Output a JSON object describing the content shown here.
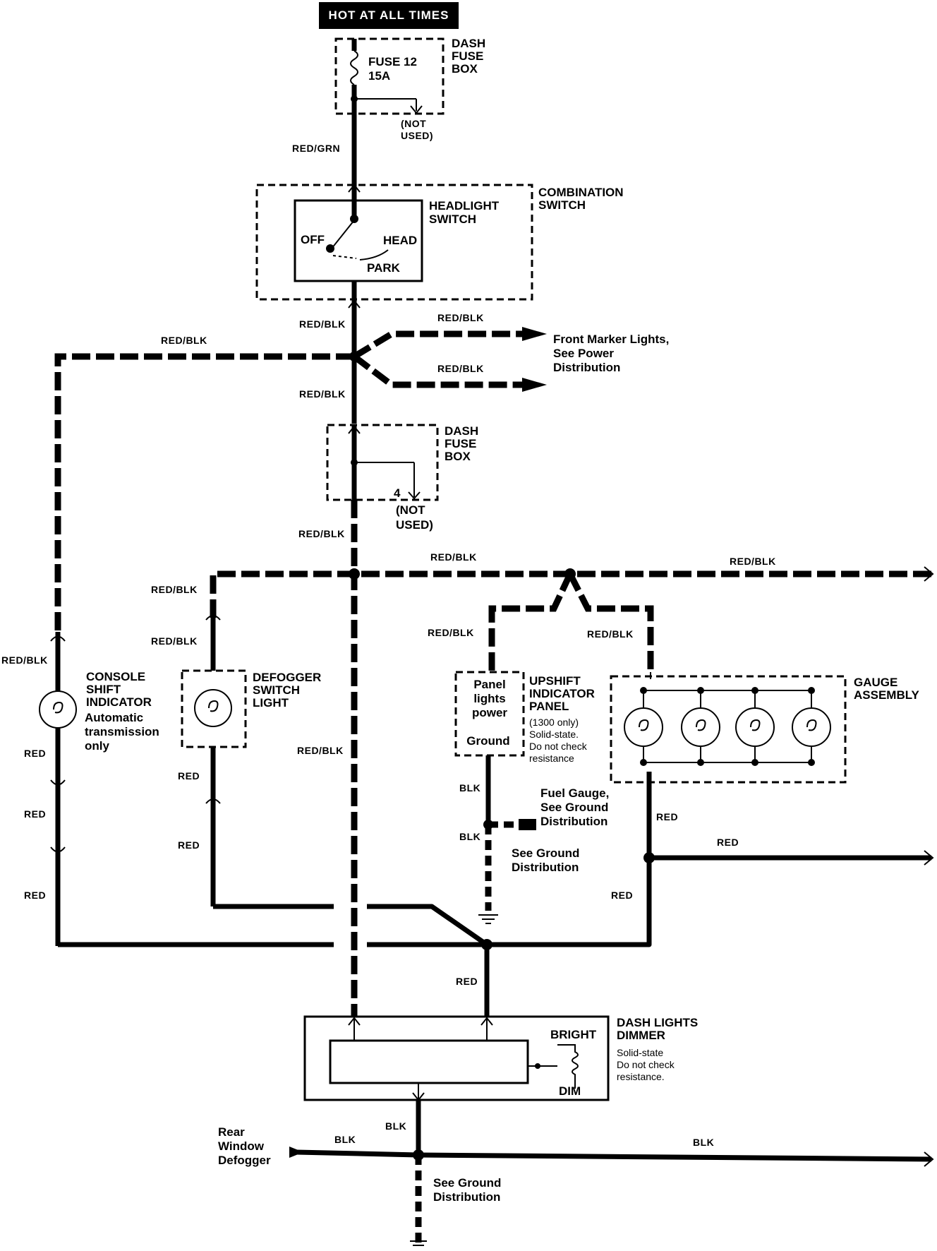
{
  "header": {
    "hot_label": "HOT AT ALL TIMES"
  },
  "components": {
    "dash_fuse_box_top": {
      "name_l1": "DASH",
      "name_l2": "FUSE",
      "name_l3": "BOX",
      "fuse_l1": "FUSE 12",
      "fuse_l2": "15A",
      "not_used_l1": "(NOT",
      "not_used_l2": "USED)"
    },
    "combination_switch": {
      "name_l1": "COMBINATION",
      "name_l2": "SWITCH"
    },
    "headlight_switch": {
      "name_l1": "HEADLIGHT",
      "name_l2": "SWITCH",
      "off": "OFF",
      "head": "HEAD",
      "park": "PARK"
    },
    "front_marker": {
      "l1": "Front Marker Lights,",
      "l2": "See Power",
      "l3": "Distribution"
    },
    "dash_fuse_box_mid": {
      "name_l1": "DASH",
      "name_l2": "FUSE",
      "name_l3": "BOX",
      "fuse_no": "4",
      "not_used_l1": "(NOT",
      "not_used_l2": "USED)"
    },
    "console_shift": {
      "l1": "CONSOLE",
      "l2": "SHIFT",
      "l3": "INDICATOR",
      "n1": "Automatic",
      "n2": "transmission",
      "n3": "only"
    },
    "defogger_switch": {
      "l1": "DEFOGGER",
      "l2": "SWITCH",
      "l3": "LIGHT"
    },
    "upshift_panel": {
      "in_l1": "Panel",
      "in_l2": "lights",
      "in_l3": "power",
      "in_ground": "Ground",
      "l1": "UPSHIFT",
      "l2": "INDICATOR",
      "l3": "PANEL",
      "n1": "(1300 only)",
      "n2": "Solid-state.",
      "n3": "Do not check",
      "n4": "resistance"
    },
    "gauge_assembly": {
      "l1": "GAUGE",
      "l2": "ASSEMBLY"
    },
    "fuel_gauge": {
      "l1": "Fuel Gauge,",
      "l2": "See Ground",
      "l3": "Distribution"
    },
    "ground_mid": {
      "l1": "See Ground",
      "l2": "Distribution"
    },
    "dash_dimmer": {
      "l1": "DASH LIGHTS",
      "l2": "DIMMER",
      "bright": "BRIGHT",
      "dim": "DIM",
      "n1": "Solid-state",
      "n2": "Do not check",
      "n3": "resistance."
    },
    "rear_defogger": {
      "l1": "Rear",
      "l2": "Window",
      "l3": "Defogger"
    },
    "ground_bottom": {
      "l1": "See Ground",
      "l2": "Distribution"
    }
  },
  "wire_labels": {
    "red_grn": "RED/GRN",
    "red_blk": "RED/BLK",
    "red": "RED",
    "blk": "BLK"
  }
}
